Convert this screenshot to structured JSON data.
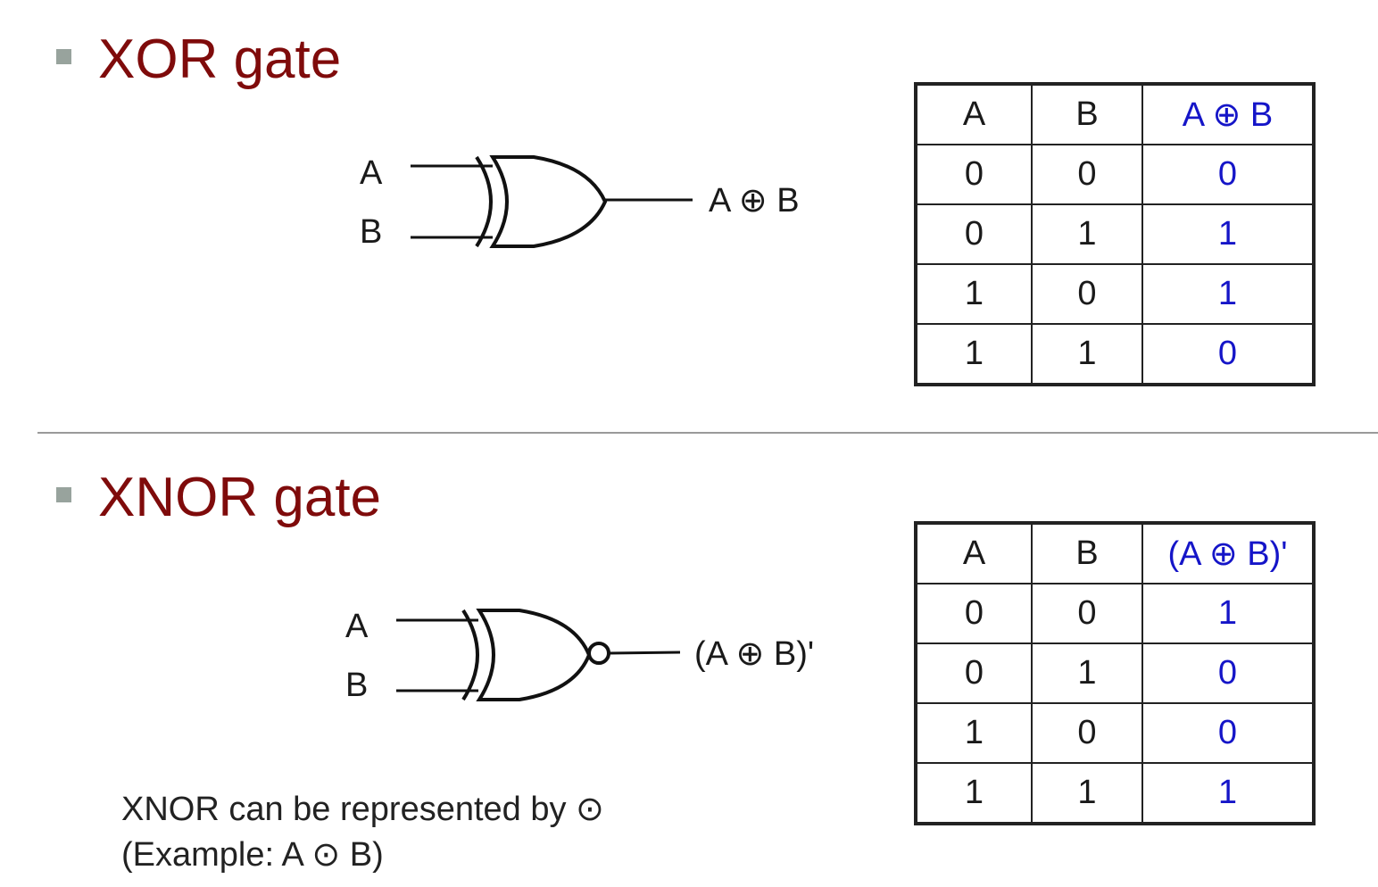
{
  "colors": {
    "heading": "#7f0b0b",
    "output_column": "#1515c8",
    "bullet": "#98a39d",
    "divider": "#9a9a9a"
  },
  "xor": {
    "heading": "XOR gate",
    "input_a": "A",
    "input_b": "B",
    "output_label": "A ⊕ B",
    "table": {
      "headers": [
        "A",
        "B",
        "A ⊕ B"
      ],
      "rows": [
        [
          "0",
          "0",
          "0"
        ],
        [
          "0",
          "1",
          "1"
        ],
        [
          "1",
          "0",
          "1"
        ],
        [
          "1",
          "1",
          "0"
        ]
      ]
    }
  },
  "xnor": {
    "heading": "XNOR gate",
    "input_a": "A",
    "input_b": "B",
    "output_label": "(A ⊕ B)'",
    "table": {
      "headers": [
        "A",
        "B",
        "(A ⊕ B)'"
      ],
      "rows": [
        [
          "0",
          "0",
          "1"
        ],
        [
          "0",
          "1",
          "0"
        ],
        [
          "1",
          "0",
          "0"
        ],
        [
          "1",
          "1",
          "1"
        ]
      ]
    },
    "note_line1": "XNOR can be represented by ⊙",
    "note_line2": "(Example: A ⊙ B)"
  }
}
